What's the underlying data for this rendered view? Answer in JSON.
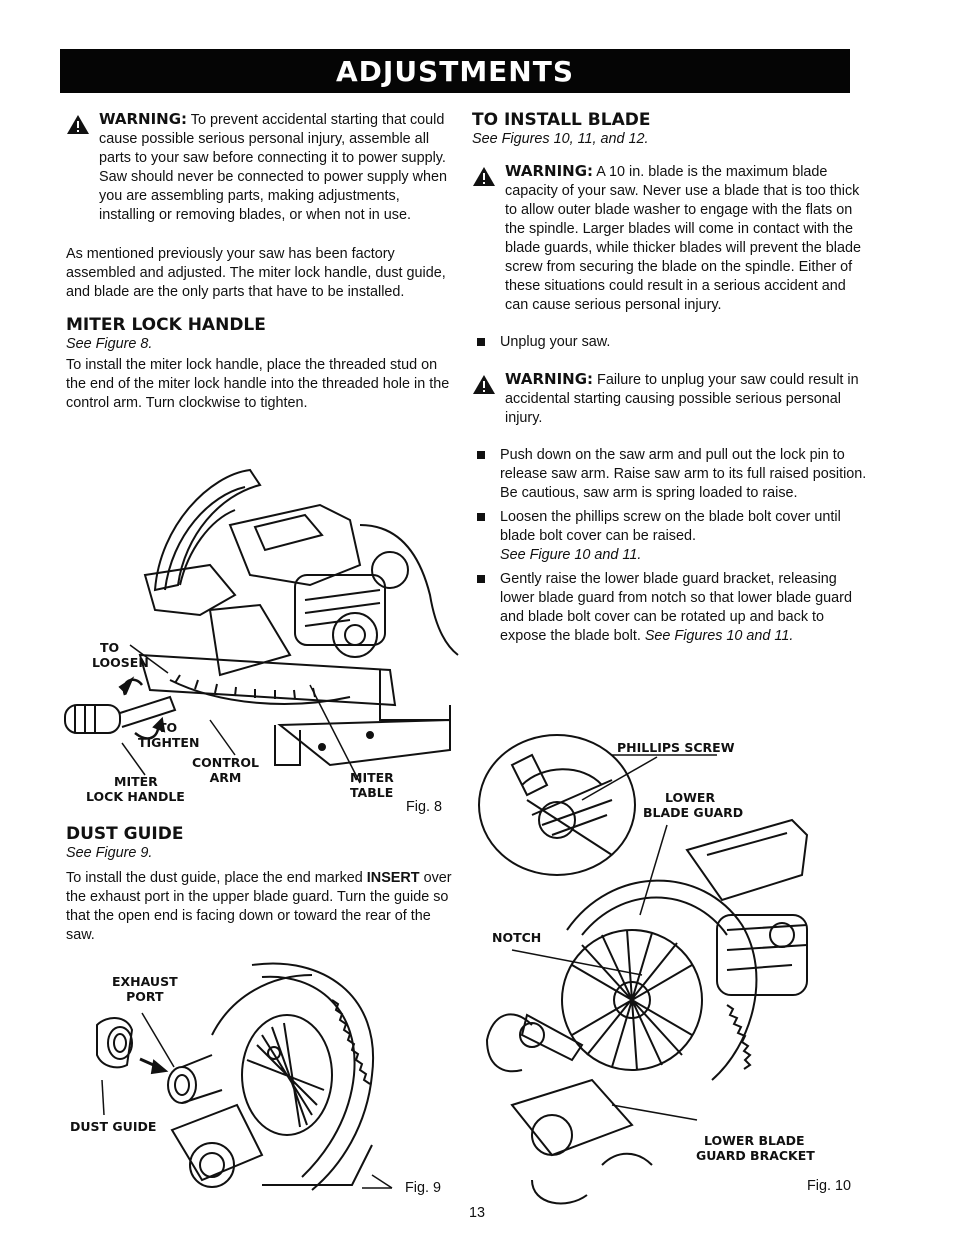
{
  "header": {
    "title": "ADJUSTMENTS"
  },
  "left": {
    "warning1": {
      "label": "WARNING:",
      "text": " To prevent accidental starting that could cause possible serious personal injury, assemble all parts to your saw before connecting it to power supply. Saw should never be connected to power supply when you are assembling parts, making adjustments, installing or removing blades, or when not in use."
    },
    "intro": "As mentioned previously your saw has been factory assembled and adjusted. The miter lock handle, dust guide, and blade are the only parts that have to be installed.",
    "miter": {
      "heading": "MITER LOCK HANDLE",
      "see": "See Figure 8.",
      "text": "To install the miter lock handle, place the threaded stud on the end of the miter lock handle into the threaded hole in the control arm. Turn clockwise to tighten."
    },
    "fig8": {
      "to_loosen": [
        "TO",
        "LOOSEN"
      ],
      "to_tighten": [
        "TO",
        "TIGHTEN"
      ],
      "control_arm": [
        "CONTROL",
        "ARM"
      ],
      "miter_lock_handle": [
        "MITER",
        "LOCK HANDLE"
      ],
      "miter_table": [
        "MITER",
        "TABLE"
      ],
      "caption": "Fig. 8"
    },
    "dust": {
      "heading": "DUST GUIDE",
      "see": "See Figure 9.",
      "text_before": "To install the dust guide, place the end marked ",
      "insert": "INSERT",
      "text_after": " over the exhaust port in the upper blade guard. Turn the guide so that the open end is facing down or toward the rear of the saw."
    },
    "fig9": {
      "exhaust_port": [
        "EXHAUST",
        "PORT"
      ],
      "dust_guide": "DUST GUIDE",
      "caption": "Fig. 9"
    }
  },
  "right": {
    "install": {
      "heading": "TO INSTALL BLADE",
      "see": "See Figures 10, 11, and 12."
    },
    "warning2": {
      "label": "WARNING:",
      "text": " A 10 in. blade is the maximum blade capacity of your saw. Never use a blade that is too thick to allow outer blade washer to engage with the flats on the spindle. Larger blades will come in contact with the blade guards, while thicker blades will prevent the blade screw from securing the blade on the spindle. Either of these situations could result in a serious accident and can cause serious personal injury."
    },
    "bullet_unplug": "Unplug your saw.",
    "warning3": {
      "label": "WARNING:",
      "text": " Failure to unplug your saw could result in accidental starting causing possible serious personal injury."
    },
    "bullets": {
      "b1": "Push down on the saw arm and pull out the lock pin to release saw arm. Raise saw arm to its full raised position. Be cautious, saw arm is spring loaded to raise.",
      "b2": "Loosen the phillips screw on the blade bolt cover until blade bolt cover can be raised.",
      "b2_see": "See Figure 10 and 11.",
      "b3": "Gently raise the lower blade guard bracket, releasing lower blade guard from notch so that lower blade guard and blade bolt cover can be rotated up and back to expose the blade bolt. ",
      "b3_see": "See Figures 10 and 11."
    },
    "fig10": {
      "phillips_screw": "PHILLIPS SCREW",
      "lower_blade_guard": [
        "LOWER",
        "BLADE GUARD"
      ],
      "notch": "NOTCH",
      "lower_blade_guard_bracket": [
        "LOWER BLADE",
        "GUARD BRACKET"
      ],
      "caption": "Fig. 10"
    }
  },
  "footer": {
    "page_number": "13"
  }
}
